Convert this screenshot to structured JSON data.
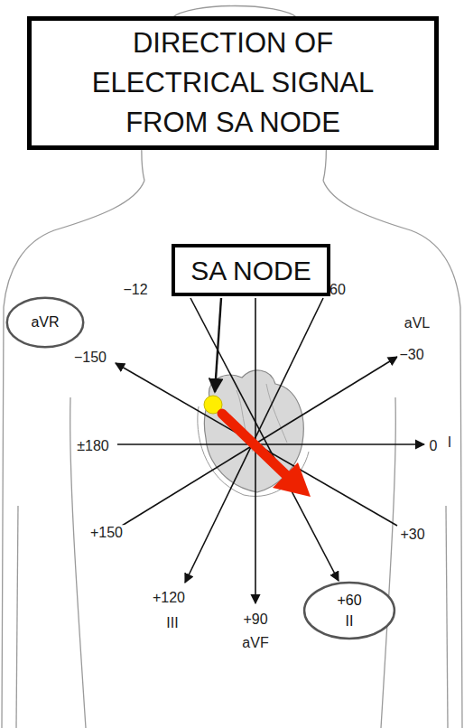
{
  "diagram": {
    "nodes": [
      {
        "text": [
          "DIRECTION OF ELECTRICAL SIGNAL FROM SA NODE"
        ]
      },
      {
        "text": [
          "SA NODE"
        ]
      },
      {
        "text": [
          "aVR"
        ]
      },
      {
        "text": [
          "+60",
          "II"
        ]
      }
    ],
    "labels": [
      "−12",
      "60",
      "aVL",
      "−150",
      "−30",
      "±180",
      "0",
      "I",
      "+150",
      "+30",
      "+120",
      "III",
      "+90",
      "aVF"
    ]
  }
}
